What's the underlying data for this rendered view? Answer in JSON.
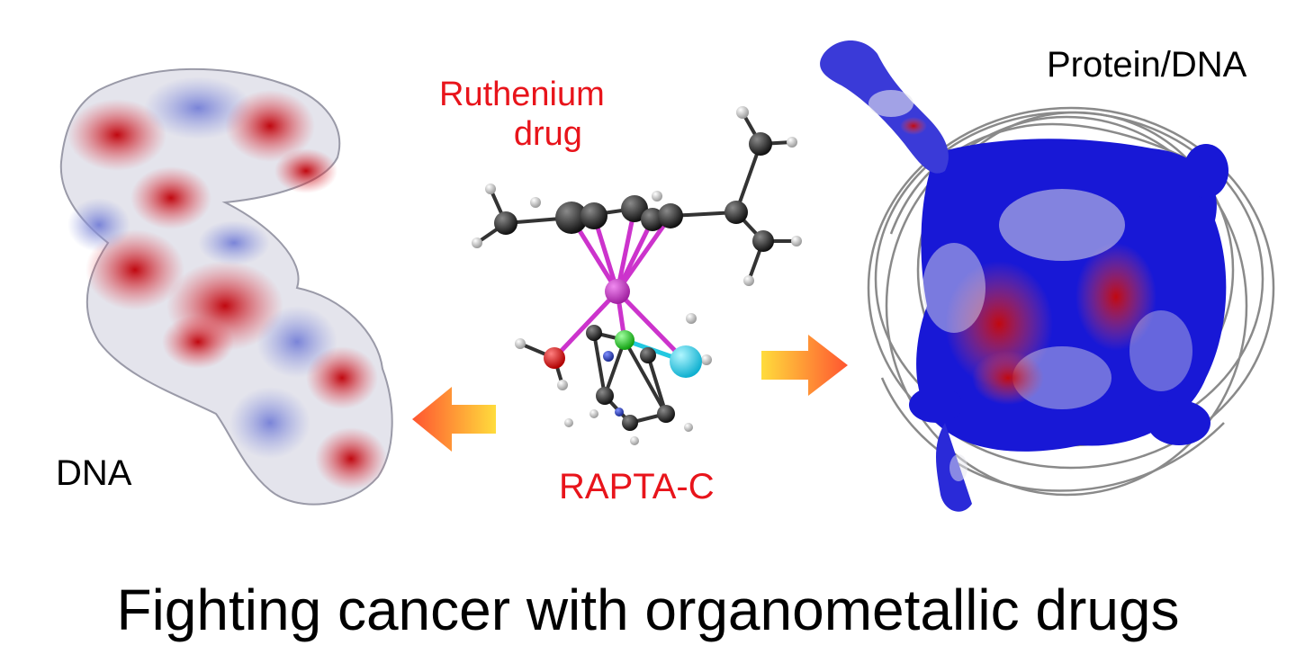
{
  "labels": {
    "dna": "DNA",
    "protein_dna": "Protein/DNA",
    "drug_line1": "Ruthenium",
    "drug_line2": "drug",
    "drug_name": "RAPTA-C"
  },
  "title": "Fighting cancer with organometallic drugs",
  "colors": {
    "label_red": "#e8141b",
    "surface_red": "#d8141a",
    "surface_blue": "#1a1adb",
    "surface_white": "#e6e6ee",
    "ruthenium": "#cc33cc",
    "oxygen": "#e02020",
    "nitrogen": "#2a3fb0",
    "phosphorus_green": "#33dd33",
    "cyan_atom": "#22d8f0",
    "carbon": "#1e1e1e",
    "hydrogen": "#e8e8e8",
    "arrow_start": "#ffd93a",
    "arrow_end": "#ff5a3a"
  },
  "icons": {
    "dna_surface": "dna-surface-icon",
    "molecule": "rapta-c-molecule-icon",
    "nucleosome": "nucleosome-icon",
    "left_arrow": "arrow-left-icon",
    "right_arrow": "arrow-right-icon"
  }
}
